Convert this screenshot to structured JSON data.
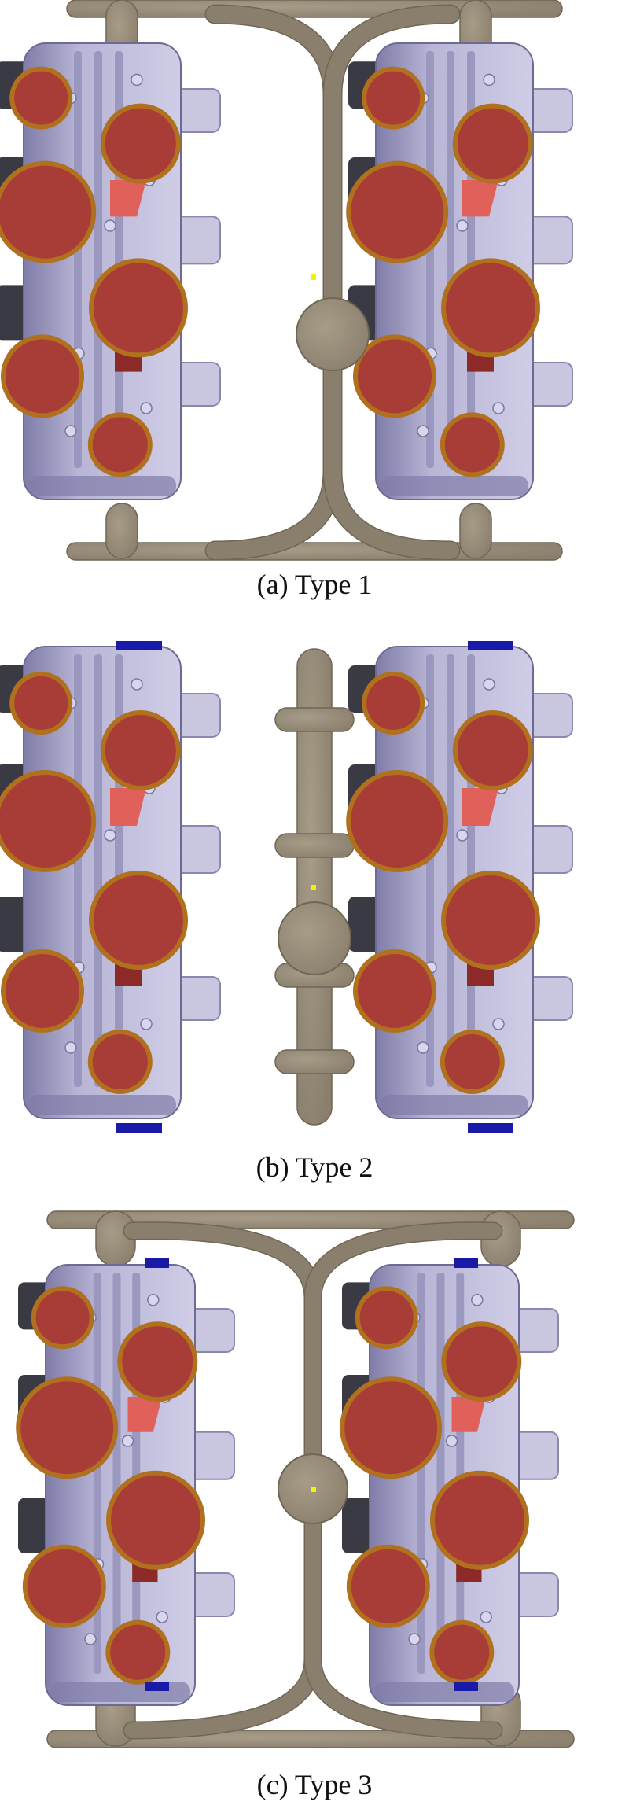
{
  "figure": {
    "panels": [
      {
        "id": "type1",
        "caption": "(a)  Type  1",
        "runner": "loop-with-center-sprue"
      },
      {
        "id": "type2",
        "caption": "(b)  Type  2",
        "runner": "vertical-bar-with-branches"
      },
      {
        "id": "type3",
        "caption": "(c)  Type  3",
        "runner": "loop-with-center-sprue"
      }
    ],
    "colors": {
      "housing": "#b8b5d6",
      "housing_shadow": "#7f7ca8",
      "housing_dark": "#3a3a44",
      "cooler": "#a83d38",
      "cooler_ring": "#b0701e",
      "runner": "#8a7f6c",
      "accent_red": "#e0605a",
      "gate_marker": "#f5f200",
      "vent_blue": "#1a1aa8"
    }
  }
}
